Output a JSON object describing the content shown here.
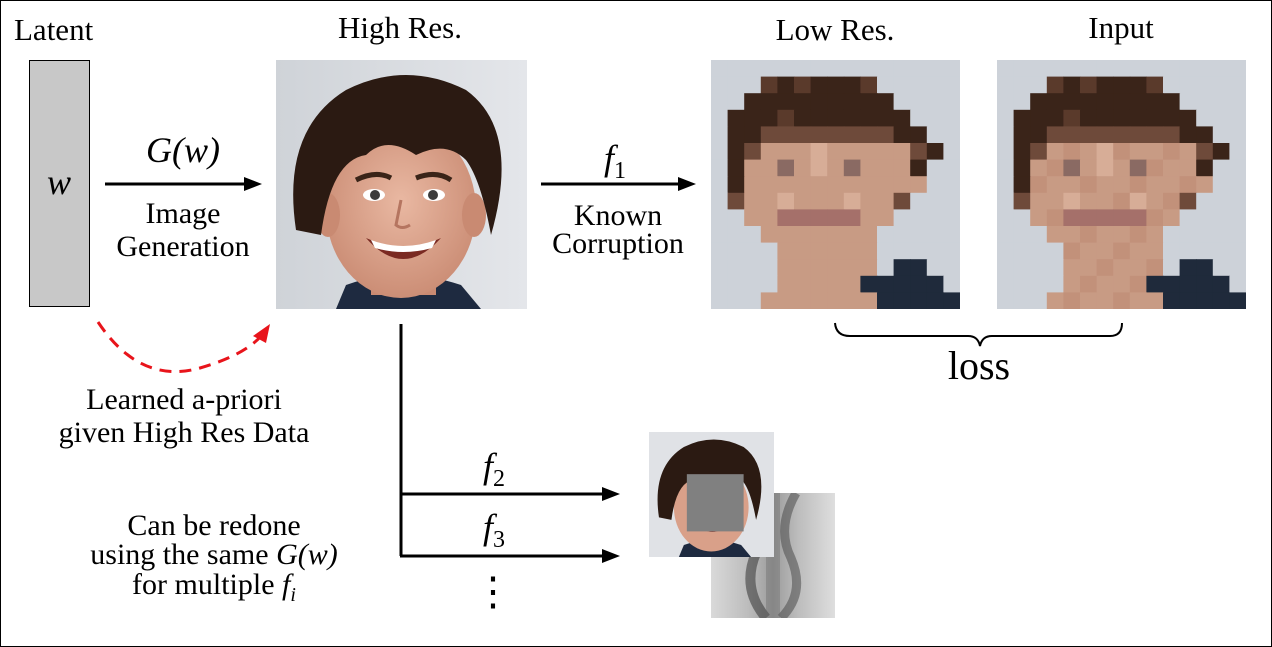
{
  "labels": {
    "latent": "Latent",
    "high_res": "High Res.",
    "low_res": "Low Res.",
    "input": "Input",
    "latent_var": "w",
    "gen_func": "G(w)",
    "gen_line1": "Image",
    "gen_line2": "Generation",
    "f1": "f",
    "f1_sub": "1",
    "corr_line1": "Known",
    "corr_line2": "Corruption",
    "loss": "loss",
    "prior_line1": "Learned a-priori",
    "prior_line2": "given High Res Data",
    "redo_line1": "Can be redone",
    "redo_line2": "using the same",
    "redo_line2_math": "G(w)",
    "redo_line3": "for multiple",
    "redo_line3_math": "f",
    "redo_line3_sub": "i",
    "f2": "f",
    "f2_sub": "2",
    "f3": "f",
    "f3_sub": "3",
    "dots": "⋮"
  },
  "colors": {
    "latent_fill": "#c8c8c8",
    "prior_arrow": "#e8141b",
    "arrow": "#000000",
    "mask": "#808080"
  },
  "icons": {
    "high_res_image": "face-photo",
    "low_res_image": "pixelated-face",
    "input_image": "pixelated-face",
    "masked_image": "masked-face",
    "ct_image": "ct-scan"
  }
}
